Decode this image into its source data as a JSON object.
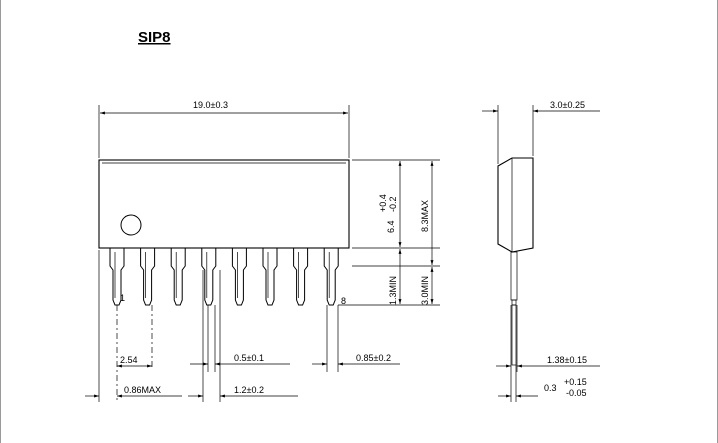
{
  "title": "SIP8",
  "dims": {
    "length": "19.0±0.3",
    "thickness": "3.0±0.25",
    "height_val": "6.4",
    "height_tol_plus": "+0.4",
    "height_tol_minus": "-0.2",
    "max_height": "8.3MAX",
    "lead_min": "1.3MIN",
    "lead_total_min": "3.0MIN",
    "pitch": "2.54",
    "lead_width": "0.5±0.1",
    "lead_tip": "0.85±0.2",
    "offset": "0.86MAX",
    "shoulder": "1.2±0.2",
    "side_lead": "1.38±0.15",
    "lead_thk_val": "0.3",
    "lead_thk_plus": "+0.15",
    "lead_thk_minus": "-0.05"
  },
  "pins": {
    "first": "1",
    "last": "8"
  }
}
